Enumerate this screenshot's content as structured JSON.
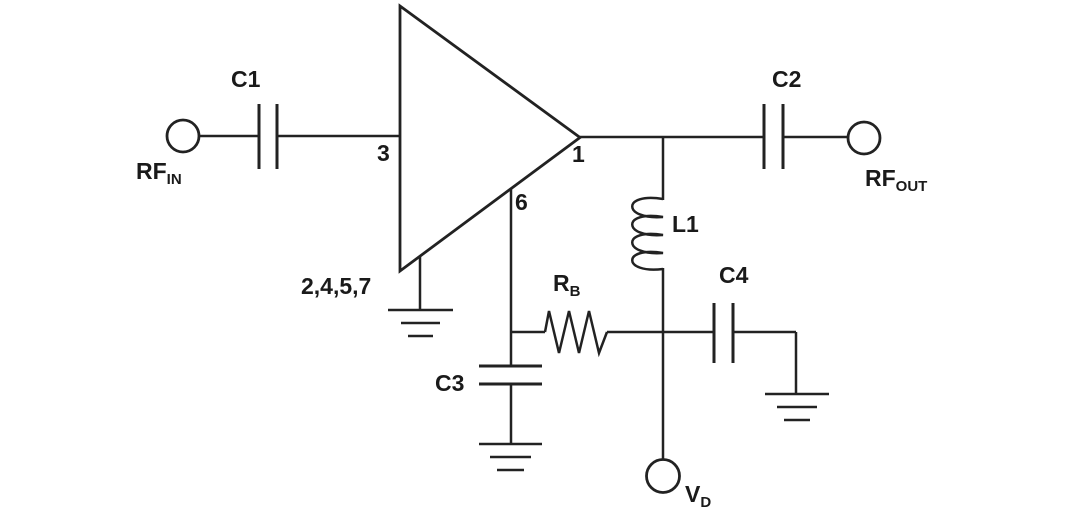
{
  "schematic": {
    "background": "#ffffff",
    "line_color": "#222222",
    "text_color": "#1a1a1a",
    "terminals": {
      "rf_in": {
        "base": "RF",
        "sub": "IN"
      },
      "rf_out": {
        "base": "RF",
        "sub": "OUT"
      },
      "vd": {
        "base": "V",
        "sub": "D"
      }
    },
    "amplifier": {
      "pin_input": "3",
      "pin_output": "1",
      "pin_bias": "6",
      "pins_ground": "2,4,5,7"
    },
    "components": {
      "c1": {
        "label": "C1",
        "type": "capacitor"
      },
      "c2": {
        "label": "C2",
        "type": "capacitor"
      },
      "c3": {
        "label": "C3",
        "type": "capacitor"
      },
      "c4": {
        "label": "C4",
        "type": "capacitor"
      },
      "l1": {
        "label": "L1",
        "type": "inductor"
      },
      "rb": {
        "base": "R",
        "sub": "B",
        "type": "resistor"
      }
    }
  }
}
